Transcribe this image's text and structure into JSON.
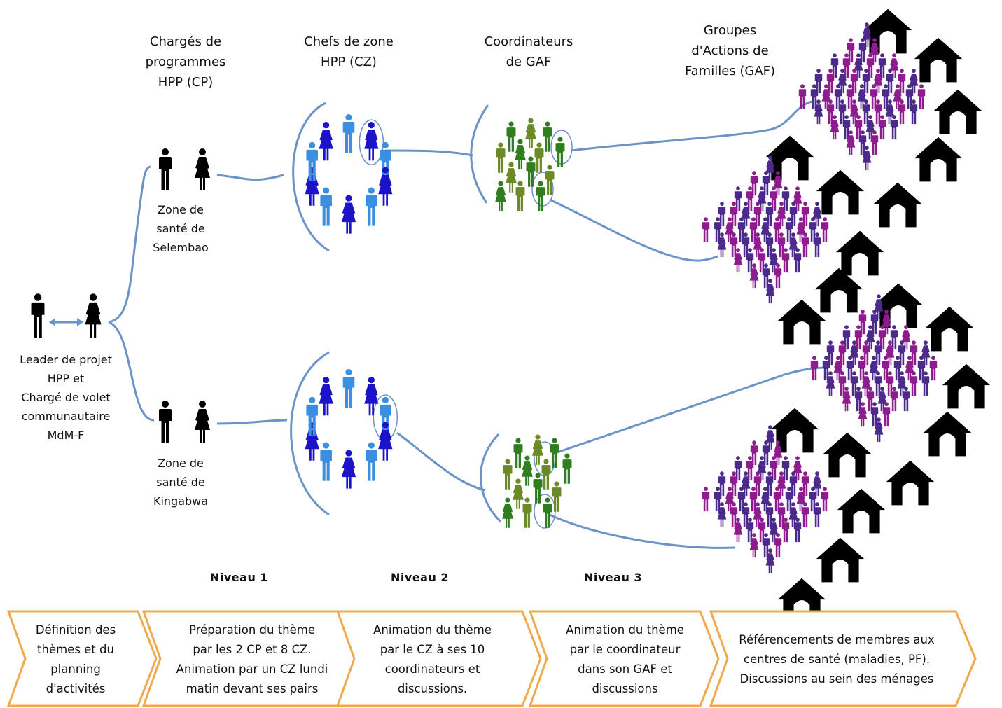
{
  "columns": {
    "cp": "Chargés de\nprogrammes\nHPP (CP)",
    "cz": "Chefs de zone\nHPP (CZ)",
    "coord": "Coordinateurs\nde GAF",
    "gaf": "Groupes\nd'Actions de\nFamilles (GAF)"
  },
  "zones": {
    "selembao": "Zone de\nsanté de\nSelembao",
    "kingabwa": "Zone de\nsanté de\nKingabwa"
  },
  "leader": "Leader de projet\nHPP et\nChargé de volet\ncommunautaire\nMdM-F",
  "levels": [
    "Niveau 1",
    "Niveau 2",
    "Niveau 3"
  ],
  "steps": [
    "Définition des\nthèmes et du\nplanning\nd'activités",
    "Préparation du thème\npar les 2 CP et 8 CZ.\nAnimation par un CZ lundi\nmatin devant ses pairs",
    "Animation du thème\npar le CZ à ses 10\ncoordinateurs et\ndiscussions.",
    "Animation du thème\npar le coordinateur\ndans son GAF et\ndiscussions",
    "Référencements de membres aux\ncentres de santé (maladies, PF).\nDiscussions au sein des ménages"
  ],
  "colors": {
    "connector": "#6a93c8",
    "chevron": "#f0a94c",
    "leader": "#000000",
    "cz_dark": "#1c12c9",
    "cz_light": "#3b8fe0",
    "coord_dark": "#2e7d1e",
    "coord_light": "#6a8a25",
    "gaf_purple": "#4b2a8c",
    "gaf_magenta": "#8e1c8e",
    "house": "#000000"
  },
  "icons": [
    "person-icon",
    "house-icon",
    "bidirectional-arrow-icon",
    "chevron-arrow-icon"
  ]
}
